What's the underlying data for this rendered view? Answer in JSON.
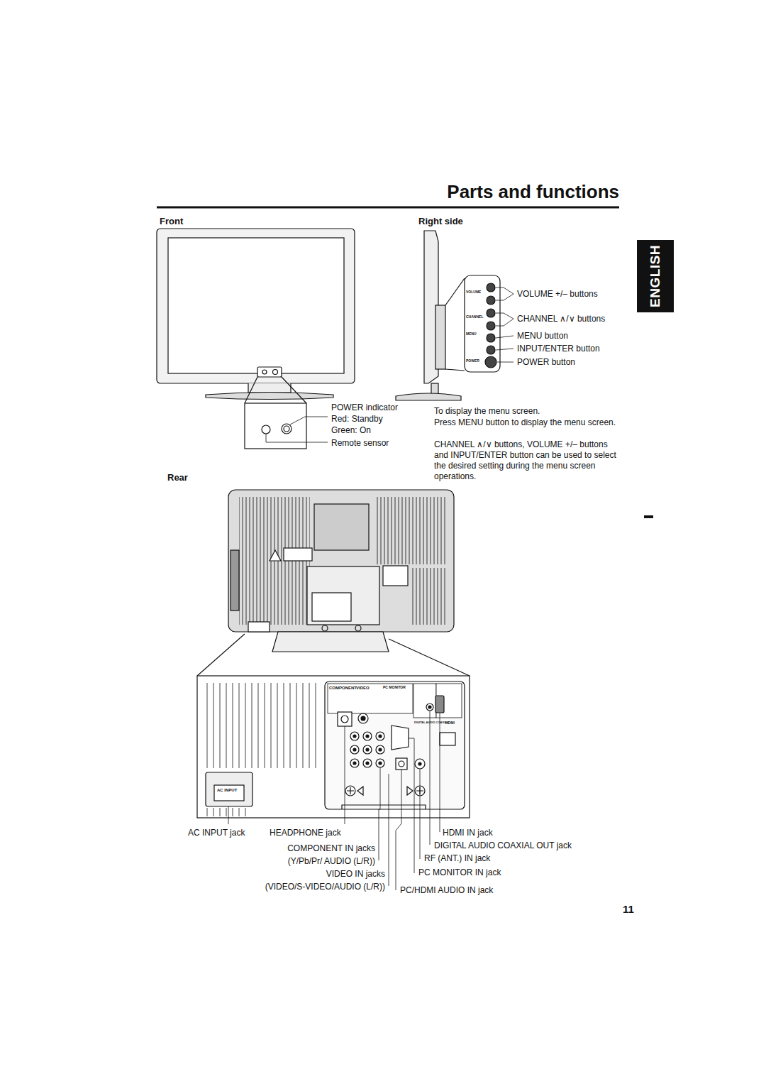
{
  "diagram": {
    "title": "Parts and functions",
    "nodes": [
      {
        "text": [
          "ENGLISH"
        ]
      }
    ],
    "labels": [
      "Front",
      "Right side",
      "Rear",
      "VOLUME +/– buttons",
      "CHANNEL ∧/∨ buttons",
      "MENU button",
      "INPUT/ENTER button",
      "POWER button",
      "POWER indicator",
      "Red: Standby",
      "Green: On",
      "Remote sensor",
      "To display the menu screen.",
      "Press MENU button to display the menu screen.",
      "CHANNEL ∧/∨ buttons, VOLUME +/– buttons and INPUT/ENTER button can be used to select the desired setting during the menu screen operations.",
      "AC INPUT jack",
      "HEADPHONE jack",
      "COMPONENT IN jacks",
      "(Y/Pb/Pr/ AUDIO (L/R))",
      "VIDEO IN jacks",
      "(VIDEO/S-VIDEO/AUDIO (L/R))",
      "HDMI IN jack",
      "DIGITAL AUDIO COAXIAL OUT jack",
      "RF (ANT.) IN jack",
      "PC MONITOR IN jack",
      "PC/HDMI AUDIO IN jack",
      "11",
      "VOLUME",
      "CHANNEL",
      "MENU",
      "POWER",
      "COMPONENT",
      "VIDEO",
      "PC MONITOR",
      "AC INPUT",
      "DIGITAL AUDIO COAXIAL",
      "HDMI"
    ]
  }
}
